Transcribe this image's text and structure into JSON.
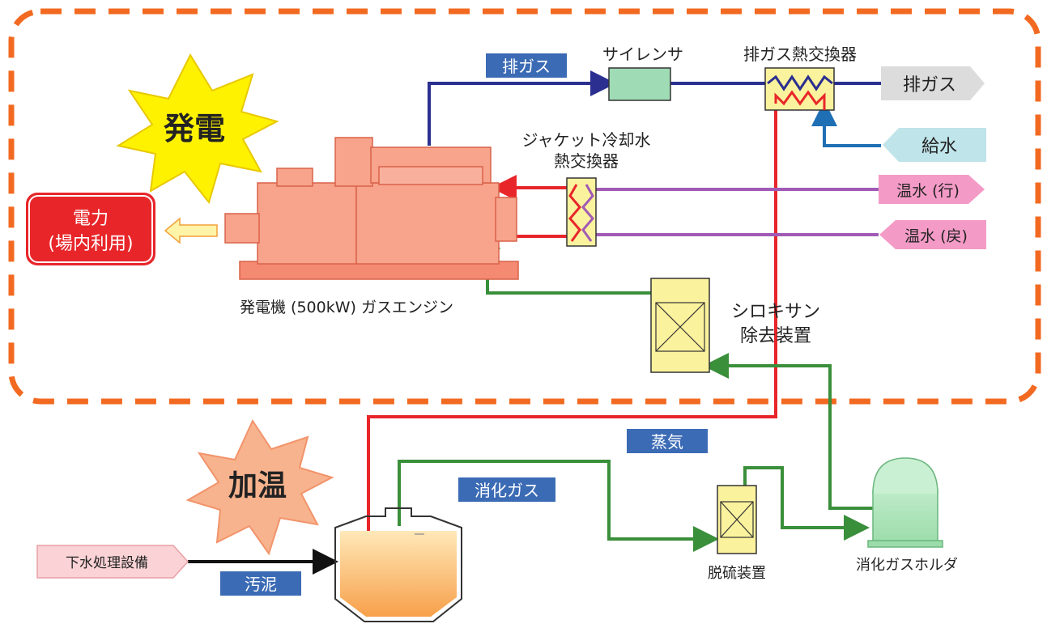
{
  "power_zone": {
    "burst_label": "発電"
  },
  "heat_zone": {
    "burst_label": "加温"
  },
  "labels": {
    "silencer": "サイレンサ",
    "exhaust_hx": "排ガス熱交換器",
    "jacket_hx_line1": "ジャケット冷却水",
    "jacket_hx_line2": "熱交換器",
    "generator": "発電機 (500kW) ガスエンジン",
    "siloxane_line1": "シロキサン",
    "siloxane_line2": "除去装置",
    "desulfurizer": "脱硫装置",
    "gas_holder": "消化ガスホルダ"
  },
  "tags": {
    "exhaust_pipe": "排ガス",
    "steam": "蒸気",
    "digestion_gas": "消化ガス",
    "sludge": "汚泥"
  },
  "arrows": {
    "exhaust_out": "排ガス",
    "water_supply": "給水",
    "hot_water_out": "温水 (行)",
    "hot_water_return": "温水 (戻)",
    "sewage_facility": "下水処理設備"
  },
  "electric": {
    "line1": "電力",
    "line2": "(場内利用)"
  },
  "colors": {
    "zone_border": "#f26a21",
    "exhaust_line": "#2b2f8f",
    "steam_line": "#e8262a",
    "gas_line": "#3a8f3a",
    "hot_water_line": "#a15ab5",
    "water_line": "#1f6fb5",
    "tag_bg": "#3c6bb5"
  }
}
